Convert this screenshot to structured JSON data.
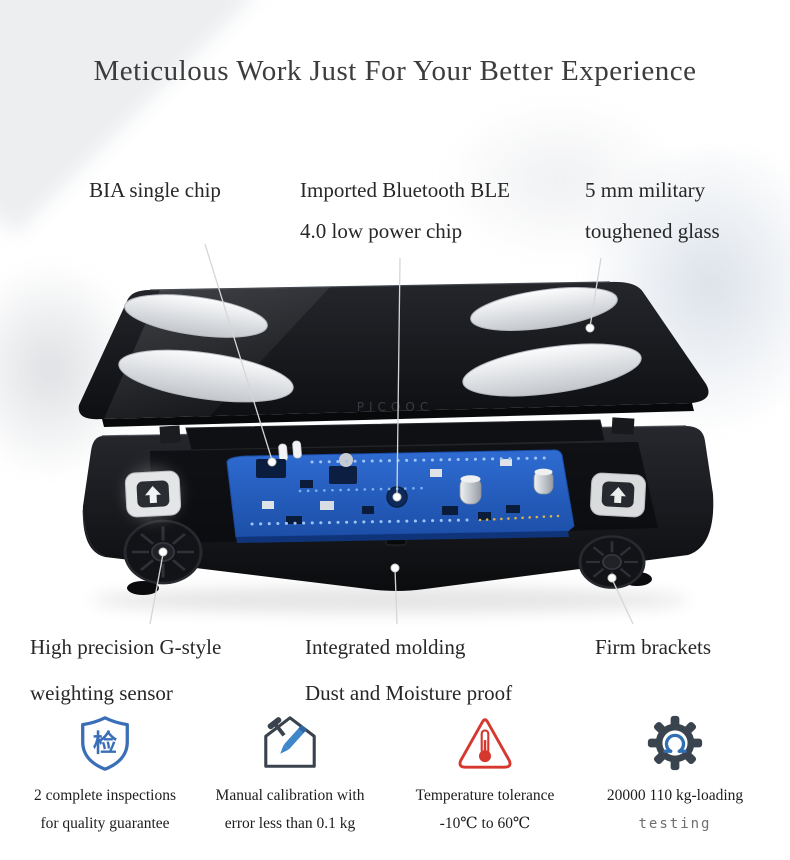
{
  "title": "Meticulous Work Just For Your Better Experience",
  "brand": "PICOOC",
  "callouts": {
    "top": [
      {
        "line1": "BIA single chip",
        "line2": ""
      },
      {
        "line1": "Imported Bluetooth BLE",
        "line2": "4.0 low power chip"
      },
      {
        "line1": "5 mm military",
        "line2": "toughened glass"
      }
    ],
    "bottom": [
      {
        "line1": "High precision G-style",
        "line2": "weighting sensor"
      },
      {
        "line1": "Integrated molding",
        "line2": "Dust and Moisture proof"
      },
      {
        "line1": "Firm brackets",
        "line2": ""
      }
    ]
  },
  "features": [
    {
      "name": "quality-inspection",
      "badge_glyph": "检",
      "line1": "2 complete inspections",
      "line2": "for quality guarantee"
    },
    {
      "name": "manual-calibration",
      "line1": "Manual calibration with",
      "line2": "error less than 0.1 kg"
    },
    {
      "name": "temperature-tolerance",
      "line1": "Temperature tolerance",
      "line2": "-10℃ to 60℃"
    },
    {
      "name": "load-testing",
      "line1": "20000 110 kg-loading",
      "line2": "testing"
    }
  ],
  "colors": {
    "accent_blue": "#3a6fb8",
    "warning_red": "#d6382e",
    "pcb_blue": "#2563c4",
    "title_text": "#3c3c3c"
  }
}
